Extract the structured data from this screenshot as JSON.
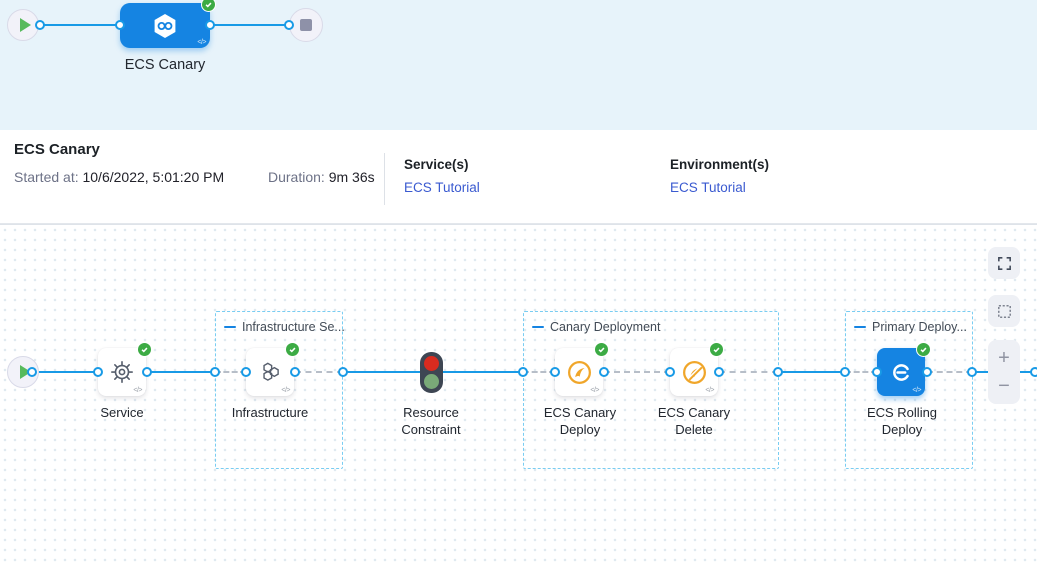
{
  "colors": {
    "accent_blue": "#1584e2",
    "edge_blue": "#189ae6",
    "link_blue": "#3a5ad0",
    "success_green": "#3cab44",
    "canary_amber": "#f0a62a",
    "top_band_bg": "#e7f3fa"
  },
  "top_pipeline": {
    "stage_label": "ECS Canary",
    "code_glyph": "</>"
  },
  "summary": {
    "title": "ECS Canary",
    "started_label": "Started at:",
    "started_value": "10/6/2022, 5:01:20 PM",
    "duration_label": "Duration:",
    "duration_value": "9m 36s",
    "services_label": "Service(s)",
    "services_value": "ECS Tutorial",
    "environments_label": "Environment(s)",
    "environments_value": "ECS Tutorial"
  },
  "graph": {
    "code_glyph": "</>",
    "groups": [
      {
        "label": "Infrastructure Se..."
      },
      {
        "label": "Canary Deployment"
      },
      {
        "label": "Primary Deploy..."
      }
    ],
    "nodes": [
      {
        "label": "Service",
        "icon": "gear-icon",
        "status": "success"
      },
      {
        "label": "Infrastructure",
        "icon": "hexagons-icon",
        "status": "success"
      },
      {
        "label": "Resource Constraint",
        "icon": "traffic-light-icon",
        "status": "constraint"
      },
      {
        "label": "ECS Canary Deploy",
        "icon": "canary-deploy-icon",
        "status": "success"
      },
      {
        "label": "ECS Canary Delete",
        "icon": "canary-delete-icon",
        "status": "success"
      },
      {
        "label": "ECS Rolling Deploy",
        "icon": "ecs-rolling-icon",
        "status": "success"
      }
    ],
    "controls": {
      "zoom_in": "+",
      "zoom_out": "−"
    }
  }
}
